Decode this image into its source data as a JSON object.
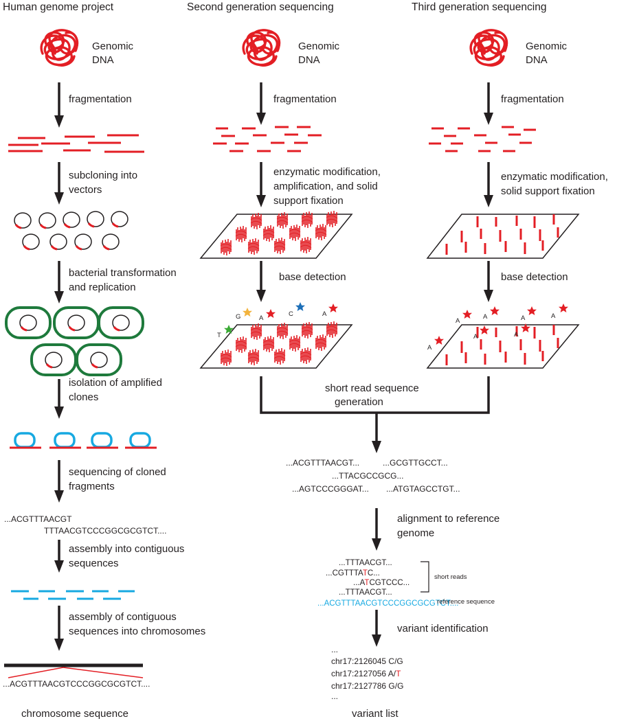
{
  "columns": {
    "human": {
      "title": "Human genome project",
      "dna_label_1": "Genomic",
      "dna_label_2": "DNA",
      "steps": {
        "fragmentation": [
          "fragmentation"
        ],
        "subcloning": [
          "subcloning into",
          "vectors"
        ],
        "transformation": [
          "bacterial transformation",
          "and replication"
        ],
        "isolation": [
          "isolation of amplified",
          "clones"
        ],
        "sequencing": [
          "sequencing of cloned",
          "fragments"
        ],
        "assembly": [
          "assembly into contiguous",
          "sequences"
        ],
        "chromosomes": [
          "assembly of contiguous",
          "sequences into chromosomes"
        ]
      },
      "read_1": "...ACGTTTAACGT",
      "read_2": "TTTAACGTCCCGGCGCGTCT....",
      "chromosome_seq": "...ACGTTTAACGTCCCGGCGCGTCT....",
      "final_label": "chromosome sequence"
    },
    "second": {
      "title": "Second generation sequencing",
      "dna_label_1": "Genomic",
      "dna_label_2": "DNA",
      "steps": {
        "fragmentation": [
          "fragmentation"
        ],
        "modification": [
          "enzymatic modification,",
          "amplification, and solid",
          "support fixation"
        ],
        "detection": [
          "base detection"
        ]
      },
      "base_labels": [
        "T",
        "G",
        "A",
        "C",
        "A"
      ]
    },
    "third": {
      "title": "Third generation sequencing",
      "dna_label_1": "Genomic",
      "dna_label_2": "DNA",
      "steps": {
        "fragmentation": [
          "fragmentation"
        ],
        "modification": [
          "enzymatic modification,",
          "solid support fixation"
        ],
        "detection": [
          "base detection"
        ]
      },
      "base_labels": [
        "A",
        "A",
        "A",
        "A",
        "A",
        "A",
        "A"
      ]
    }
  },
  "merge": {
    "short_read_label": [
      "short read sequence",
      "generation"
    ],
    "reads": [
      "...ACGTTTAACGT...",
      "...GCGTTGCCT...",
      "...TTACGCCGCG...",
      "...AGTCCCGGGAT...",
      "...ATGTAGCCTGT..."
    ],
    "alignment_label": [
      "alignment to reference",
      "genome"
    ],
    "aligned": {
      "r1": "...TTTAACGT...",
      "r2_a": "...CGTTTA",
      "r2_b": "T",
      "r2_c": "C...",
      "r3_a": "...A",
      "r3_b": "T",
      "r3_c": "CGTCCC...",
      "r4": "...TTTAACGT...",
      "short_reads_label": "short reads",
      "reference": "...ACGTTTAACGTCCCGGCGCGTCT....",
      "reference_label": "reference sequence"
    },
    "variant_label": "variant identification",
    "variants": {
      "dots_top": "...",
      "v1": "chr17:2126045 C/G",
      "v2_a": "chr17:2127056 A/",
      "v2_b": "T",
      "v3": "chr17:2127786 G/G",
      "dots_bottom": "..."
    },
    "final_label": "variant list"
  },
  "colors": {
    "dna_red": "#e31e24",
    "cell_green": "#1e7a3c",
    "vector_blue": "#17a9e1",
    "star_yellow": "#f2b33d",
    "star_green": "#3aaa35",
    "star_blue": "#1d6fb8",
    "arrow": "#231f20"
  },
  "icons": {
    "dna": "tangled-dna-icon",
    "label": "star-label-icon"
  }
}
